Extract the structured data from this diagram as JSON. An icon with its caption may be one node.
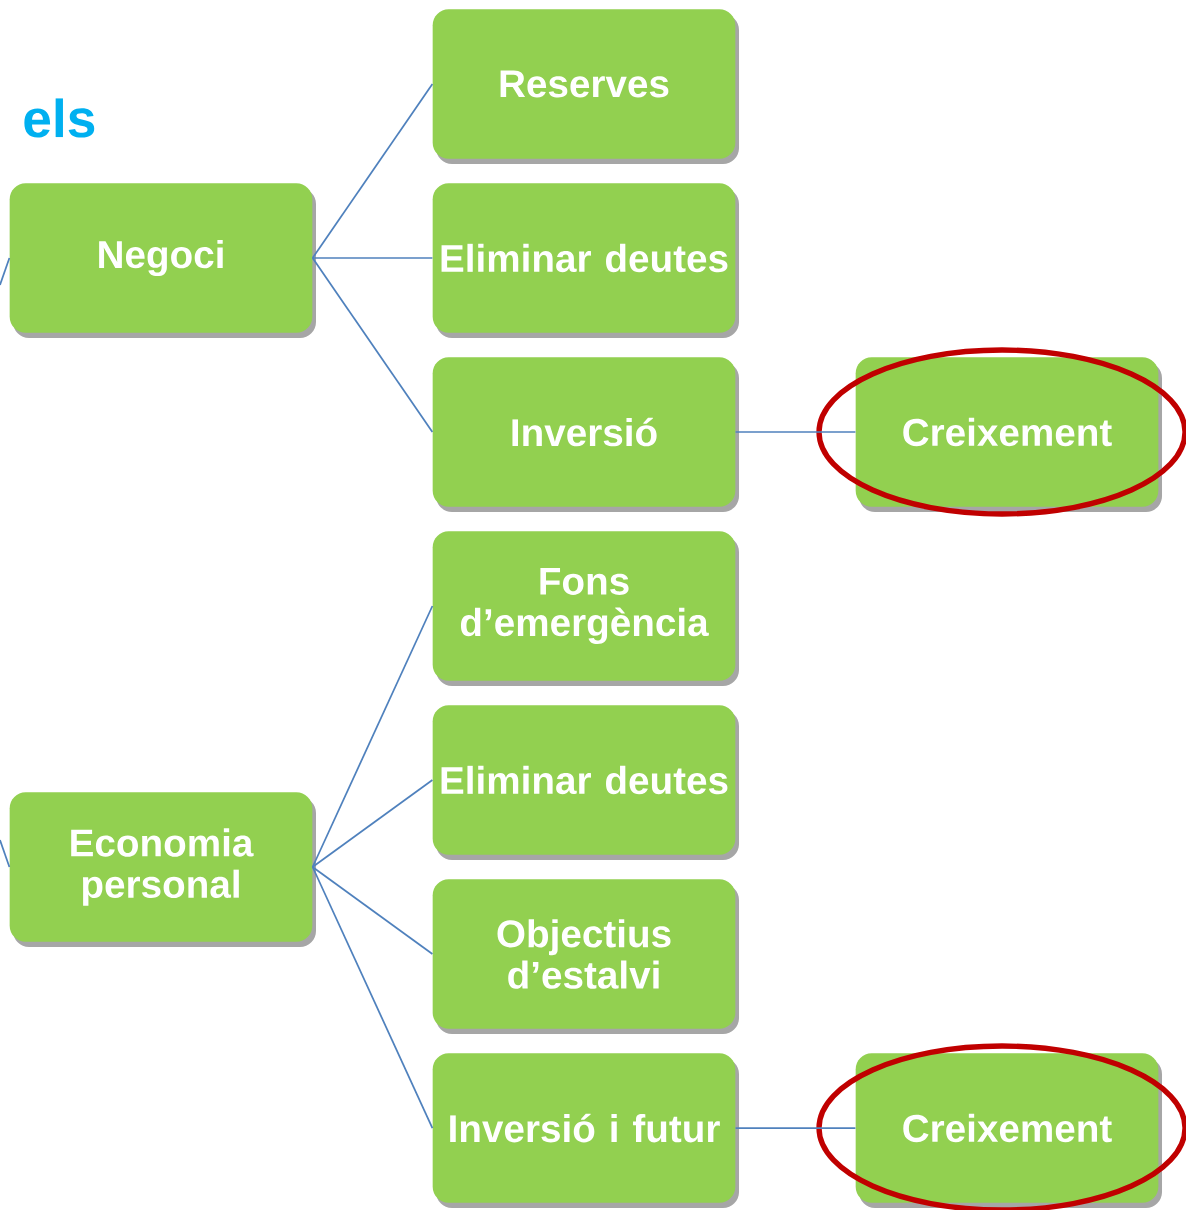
{
  "diagram": {
    "title": "els",
    "nodes": [
      {
        "text": [
          "Negoci"
        ]
      },
      {
        "text": [
          "Reserves"
        ]
      },
      {
        "text": [
          "Eliminar deutes"
        ]
      },
      {
        "text": [
          "Inversió"
        ]
      },
      {
        "text": [
          "Creixement"
        ]
      },
      {
        "text": [
          "Economia personal"
        ]
      },
      {
        "text": [
          "Fons d’emergència"
        ]
      },
      {
        "text": [
          "Eliminar deutes"
        ]
      },
      {
        "text": [
          "Objectius d’estalvi"
        ]
      },
      {
        "text": [
          "Inversió i futur"
        ]
      },
      {
        "text": [
          "Creixement"
        ]
      }
    ],
    "edges": [
      {
        "from": null,
        "to": 0,
        "arrow": "none"
      },
      {
        "from": 0,
        "to": 1,
        "arrow": "none"
      },
      {
        "from": 0,
        "to": 2,
        "arrow": "none"
      },
      {
        "from": 0,
        "to": 3,
        "arrow": "none"
      },
      {
        "from": 3,
        "to": 4,
        "arrow": "none"
      },
      {
        "from": null,
        "to": 5,
        "arrow": "none"
      },
      {
        "from": 5,
        "to": 6,
        "arrow": "none"
      },
      {
        "from": 5,
        "to": 7,
        "arrow": "none"
      },
      {
        "from": 5,
        "to": 8,
        "arrow": "none"
      },
      {
        "from": 5,
        "to": 9,
        "arrow": "none"
      },
      {
        "from": 9,
        "to": 10,
        "arrow": "none"
      }
    ]
  }
}
